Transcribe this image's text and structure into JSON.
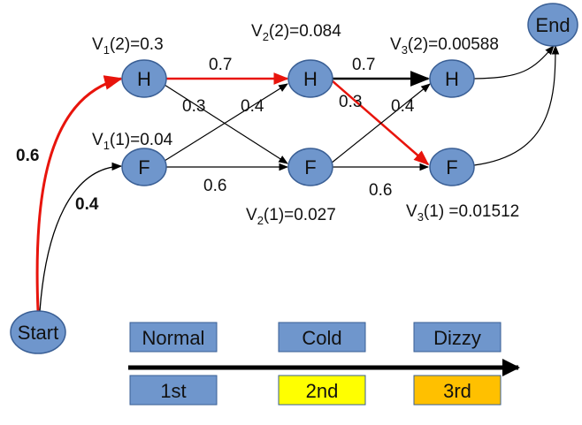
{
  "colors": {
    "node_fill": "#6f96cc",
    "node_stroke": "#3a5f95",
    "highlight_edge": "#e8140c",
    "arrow": "#000000",
    "box_default": "#6f96cc",
    "box_second": "#ffff00",
    "box_third": "#ffc000"
  },
  "nodes": {
    "start": "Start",
    "end": "End",
    "h1": "H",
    "f1": "F",
    "h2": "H",
    "f2": "F",
    "h3": "H",
    "f3": "F"
  },
  "edge_labels": {
    "start_h1": "0.6",
    "start_f1": "0.4",
    "h1_h2": "0.7",
    "h1_f2": "0.3",
    "f1_h2": "0.4",
    "f1_f2": "0.6",
    "h2_h3": "0.7",
    "h2_f3": "0.3",
    "f2_h3": "0.4",
    "f2_f3": "0.6"
  },
  "viterbi": {
    "v1_h": {
      "pre": "V",
      "sub": "1",
      "post": "(2)=0.3"
    },
    "v1_f": {
      "pre": "V",
      "sub": "1",
      "post": "(1)=0.04"
    },
    "v2_h": {
      "pre": "V",
      "sub": "2",
      "post": "(2)=0.084"
    },
    "v2_f": {
      "pre": "V",
      "sub": "2",
      "post": "(1)=0.027"
    },
    "v3_h": {
      "pre": "V",
      "sub": "3",
      "post": "(2)=0.00588"
    },
    "v3_f": {
      "pre": "V",
      "sub": "3",
      "post": "(1) =0.01512"
    }
  },
  "observations": [
    "Normal",
    "Cold",
    "Dizzy"
  ],
  "steps": [
    "1st",
    "2nd",
    "3rd"
  ]
}
